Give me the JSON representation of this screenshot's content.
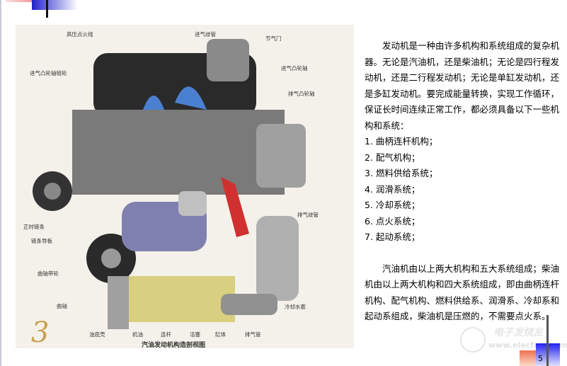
{
  "figure": {
    "caption": "汽油发动机构造剖视图",
    "number": "3",
    "labels": {
      "ignition_wire": "高压点火线",
      "intake_manifold": "进气歧管",
      "throttle": "节气门",
      "intake_cam_sprocket": "进气凸轮轴链轮",
      "intake_camshaft": "进气凸轮轴",
      "exhaust_camshaft": "排气凸轮轴",
      "timing_chain": "正时链条",
      "chain_guide": "链条导板",
      "crank_pulley": "曲轴带轮",
      "crankshaft": "曲轴",
      "oil_pan": "油底壳",
      "oil": "机油",
      "connecting_rod": "连杆",
      "piston": "活塞",
      "cylinder_block": "缸体",
      "exhaust_pipe": "排气管",
      "water_jacket": "冷却水套",
      "exhaust_manifold": "排气歧管"
    }
  },
  "text": {
    "para1": "发动机是一种由许多机构和系统组成的复杂机器。无论是汽油机，还是柴油机；无论是四行程发动机，还是二行程发动机；无论是单缸发动机，还是多缸发动机。要完成能量转换，实现工作循环，保证长时间连续正常工作，都必须具备以下一些机构和系统：",
    "list": [
      "1. 曲柄连杆机构；",
      "2. 配气机构；",
      "3. 燃料供给系统；",
      "4. 润滑系统；",
      "5. 冷却系统；",
      "6. 点火系统；",
      "7. 起动系统；"
    ],
    "para2": "汽油机由以上两大机构和五大系统组成；柴油机由以上两大机构和四大系统组成，即由曲柄连杆机构、配气机构、燃料供给系、润滑系、冷却系和起动系组成，柴油机是压燃的，不需要点火系。"
  },
  "watermark": {
    "name": "电子发烧友",
    "url": "www.elecfans.com"
  },
  "page_number": "5"
}
